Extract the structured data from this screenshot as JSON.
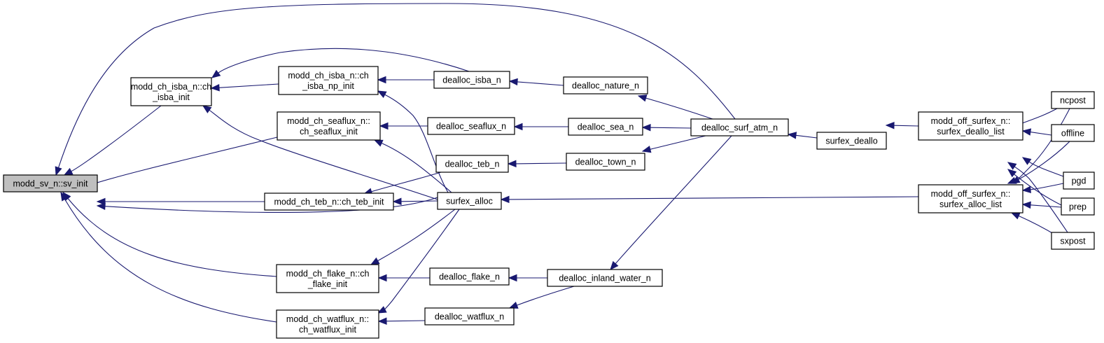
{
  "diagram": {
    "type": "call-graph",
    "direction": "right-to-left (callers point to callees)",
    "colors": {
      "edge": "#191970",
      "root_fill": "#bfbfbf",
      "node_fill": "#ffffff",
      "node_border": "#000000"
    },
    "root": "sv_init",
    "nodes": [
      {
        "id": "sv_init",
        "lines": [
          "modd_sv_n::sv_init"
        ],
        "root": true
      },
      {
        "id": "ch_isba_init",
        "lines": [
          "modd_ch_isba_n::ch",
          "_isba_init"
        ]
      },
      {
        "id": "ch_isba_np_init",
        "lines": [
          "modd_ch_isba_n::ch",
          "_isba_np_init"
        ]
      },
      {
        "id": "ch_seaflux_init",
        "lines": [
          "modd_ch_seaflux_n::",
          "ch_seaflux_init"
        ]
      },
      {
        "id": "ch_teb_init",
        "lines": [
          "modd_ch_teb_n::ch_teb_init"
        ]
      },
      {
        "id": "ch_flake_init",
        "lines": [
          "modd_ch_flake_n::ch",
          "_flake_init"
        ]
      },
      {
        "id": "ch_watflux_init",
        "lines": [
          "modd_ch_watflux_n::",
          "ch_watflux_init"
        ]
      },
      {
        "id": "dealloc_isba_n",
        "lines": [
          "dealloc_isba_n"
        ]
      },
      {
        "id": "dealloc_seaflux_n",
        "lines": [
          "dealloc_seaflux_n"
        ]
      },
      {
        "id": "dealloc_teb_n",
        "lines": [
          "dealloc_teb_n"
        ]
      },
      {
        "id": "surfex_alloc",
        "lines": [
          "surfex_alloc"
        ]
      },
      {
        "id": "dealloc_flake_n",
        "lines": [
          "dealloc_flake_n"
        ]
      },
      {
        "id": "dealloc_watflux_n",
        "lines": [
          "dealloc_watflux_n"
        ]
      },
      {
        "id": "dealloc_nature_n",
        "lines": [
          "dealloc_nature_n"
        ]
      },
      {
        "id": "dealloc_sea_n",
        "lines": [
          "dealloc_sea_n"
        ]
      },
      {
        "id": "dealloc_town_n",
        "lines": [
          "dealloc_town_n"
        ]
      },
      {
        "id": "dealloc_surf_atm_n",
        "lines": [
          "dealloc_surf_atm_n"
        ]
      },
      {
        "id": "dealloc_inland_water_n",
        "lines": [
          "dealloc_inland_water_n"
        ]
      },
      {
        "id": "surfex_deallo",
        "lines": [
          "surfex_deallo"
        ]
      },
      {
        "id": "surfex_deallo_list",
        "lines": [
          "modd_off_surfex_n::",
          "surfex_deallo_list"
        ]
      },
      {
        "id": "surfex_alloc_list",
        "lines": [
          "modd_off_surfex_n::",
          "surfex_alloc_list"
        ]
      },
      {
        "id": "ncpost",
        "lines": [
          "ncpost"
        ]
      },
      {
        "id": "offline",
        "lines": [
          "offline"
        ]
      },
      {
        "id": "pgd",
        "lines": [
          "pgd"
        ]
      },
      {
        "id": "prep",
        "lines": [
          "prep"
        ]
      },
      {
        "id": "sxpost",
        "lines": [
          "sxpost"
        ]
      }
    ],
    "edges": [
      {
        "from": "ch_isba_init",
        "to": "sv_init"
      },
      {
        "from": "ch_seaflux_init",
        "to": "sv_init"
      },
      {
        "from": "ch_teb_init",
        "to": "sv_init"
      },
      {
        "from": "ch_flake_init",
        "to": "sv_init"
      },
      {
        "from": "ch_watflux_init",
        "to": "sv_init"
      },
      {
        "from": "surfex_alloc",
        "to": "sv_init"
      },
      {
        "from": "dealloc_surf_atm_n",
        "to": "sv_init"
      },
      {
        "from": "ch_isba_np_init",
        "to": "ch_isba_init"
      },
      {
        "from": "dealloc_isba_n",
        "to": "ch_isba_init"
      },
      {
        "from": "surfex_alloc",
        "to": "ch_isba_init"
      },
      {
        "from": "dealloc_isba_n",
        "to": "ch_isba_np_init"
      },
      {
        "from": "surfex_alloc",
        "to": "ch_isba_np_init"
      },
      {
        "from": "dealloc_seaflux_n",
        "to": "ch_seaflux_init"
      },
      {
        "from": "surfex_alloc",
        "to": "ch_seaflux_init"
      },
      {
        "from": "dealloc_teb_n",
        "to": "ch_teb_init"
      },
      {
        "from": "surfex_alloc",
        "to": "ch_teb_init"
      },
      {
        "from": "dealloc_flake_n",
        "to": "ch_flake_init"
      },
      {
        "from": "surfex_alloc",
        "to": "ch_flake_init"
      },
      {
        "from": "dealloc_watflux_n",
        "to": "ch_watflux_init"
      },
      {
        "from": "surfex_alloc",
        "to": "ch_watflux_init"
      },
      {
        "from": "dealloc_nature_n",
        "to": "dealloc_isba_n"
      },
      {
        "from": "dealloc_sea_n",
        "to": "dealloc_seaflux_n"
      },
      {
        "from": "dealloc_town_n",
        "to": "dealloc_teb_n"
      },
      {
        "from": "dealloc_inland_water_n",
        "to": "dealloc_flake_n"
      },
      {
        "from": "dealloc_inland_water_n",
        "to": "dealloc_watflux_n"
      },
      {
        "from": "dealloc_surf_atm_n",
        "to": "dealloc_nature_n"
      },
      {
        "from": "dealloc_surf_atm_n",
        "to": "dealloc_sea_n"
      },
      {
        "from": "dealloc_surf_atm_n",
        "to": "dealloc_town_n"
      },
      {
        "from": "dealloc_surf_atm_n",
        "to": "dealloc_inland_water_n"
      },
      {
        "from": "surfex_deallo",
        "to": "dealloc_surf_atm_n"
      },
      {
        "from": "surfex_alloc_list",
        "to": "surfex_alloc"
      },
      {
        "from": "surfex_deallo_list",
        "to": "surfex_deallo"
      },
      {
        "from": "ncpost",
        "to": "surfex_deallo_list"
      },
      {
        "from": "offline",
        "to": "surfex_deallo_list"
      },
      {
        "from": "pgd",
        "to": "surfex_deallo_list"
      },
      {
        "from": "prep",
        "to": "surfex_deallo_list"
      },
      {
        "from": "sxpost",
        "to": "surfex_deallo_list"
      },
      {
        "from": "ncpost",
        "to": "surfex_alloc_list"
      },
      {
        "from": "offline",
        "to": "surfex_alloc_list"
      },
      {
        "from": "pgd",
        "to": "surfex_alloc_list"
      },
      {
        "from": "prep",
        "to": "surfex_alloc_list"
      },
      {
        "from": "sxpost",
        "to": "surfex_alloc_list"
      }
    ]
  }
}
